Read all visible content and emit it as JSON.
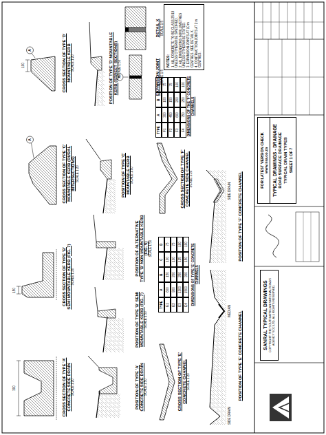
{
  "diagram": {
    "nodes": [
      {
        "text": [
          "SANRAL TYPICAL DRAWINGS",
          "COPYRIGHT: THE SOUTH AFRICAN NATIONAL ROADS AGENCY SOC LTD. ALL RIGHTS RESERVED."
        ]
      },
      {
        "text": [
          "FOR LATEST VERSION CHECK www.nra.co.za"
        ]
      },
      {
        "text": [
          "TYPICAL DRAWINGS - DRAINAGE",
          "ROAD SURFACE DRAINAGE",
          "TYPICAL DRAIN TYPES",
          "SHEET 1 OF 7"
        ]
      },
      {
        "text": [
          "NOTES:",
          "1. ALL CONCRETE TO BE CLASS 25/19 UNLESS OTHERWISE SPECIFIED.",
          "2. ALL DIMENSIONS IN MILLIMETRES UNLESS OTHERWISE STATED.",
          "3. EXPANSION JOINTS AT 10 m CENTRES, SEE DETAIL X.",
          "4. CONTRACTION JOINTS AT 2 m CENTRES."
        ]
      }
    ],
    "labels": [
      "CROSS SECTION OF TYPE 'A' CONCRETE SIDE DRAIN",
      "SCALE 1:20",
      "CROSS SECTION OF TYPE 'B' SEMI MOUNTABLE KERB (FIG. 7)",
      "SCALE 1:20",
      "CROSS SECTION OF TYPE 'C' MOUNTABLE KERB (RURAL INTERSECTIONS)",
      "SCALE 1:20",
      "CROSS SECTION OF TYPE 'D' MOUNTABLE KERB",
      "SCALE 1:20",
      "POSITION OF TYPE 'A' CONCRETE SIDE DRAIN",
      "SCALE 1:50",
      "POSITION OF TYPE 'B' SEMI MOUNTABLE KERB (FIG. 7)",
      "SCALE 1:50",
      "POSITION OF ALTERNATIVE TYPE 'B' NON MOUNTABLE KERB (FIG. 5)",
      "SCALE 1:50",
      "POSITION OF TYPE 'C' MOUNTABLE KERB",
      "SCALE 1:50",
      "POSITION OF TYPE 'D' MOUNTABLE KERB (STREET SECTIONS)",
      "SCALE 1:50",
      "CROSS SECTION OF TYPE 'E' CONCRETE CHANNEL",
      "SCALE 1:20",
      "DIMENSIONS OF TYPE 'E' CONCRETE CHANNELS",
      "CROSS SECTION OF TYPE 'F' CONCRETE SIDE CHANNEL",
      "SCALE 1:20",
      "DIMENSIONS OF THE 'F' CONCRETE CHANNELS",
      "EXPANSION JOINT",
      "SCALE 1:5",
      "DETAIL X",
      "SCALE 1:5",
      "POSITION OF TYPE 'E' CONCRETE CHANNEL",
      "MEDIAN",
      "SIDE DRAIN",
      "POSITION OF TYPE 'F' CONCRETE CHANNEL",
      "SIDE DRAIN",
      "A",
      "A",
      "300",
      "150",
      "100",
      "X",
      "TYPE",
      "A",
      "B",
      "C",
      "D",
      "E1",
      "600",
      "150",
      "100",
      "75",
      "E2",
      "900",
      "200",
      "100",
      "75",
      "E3",
      "1200",
      "250",
      "125",
      "100",
      "E4",
      "1500",
      "300",
      "150",
      "100",
      "TYPE",
      "A",
      "B",
      "C",
      "F1",
      "300",
      "100",
      "75",
      "F2",
      "450",
      "150",
      "75",
      "F3",
      "600",
      "200",
      "100",
      "F4",
      "750",
      "250",
      "100"
    ]
  }
}
